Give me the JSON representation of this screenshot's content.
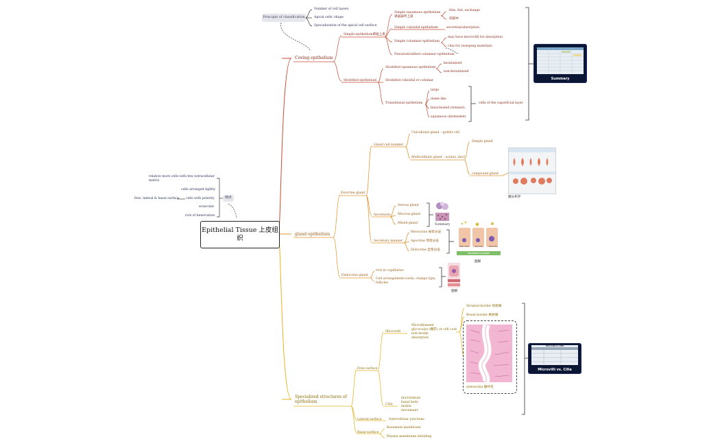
{
  "root": {
    "title": "Epithelial Tissue 上皮组织"
  },
  "features": {
    "label": "特点",
    "items": [
      "relative more cells with few extracellular matrix",
      "cells arranged tightly",
      "cells with polarity",
      "avascular",
      "rich of innervation"
    ],
    "polarity_sub": "free, lateral & basal surface"
  },
  "principle": {
    "label": "Principle of classification",
    "items": [
      "Number of cell layers",
      "Apical cells' shape",
      "Specialization of the apical cell surface"
    ]
  },
  "covering": {
    "label": "Coving epithelium",
    "simple": {
      "label": "Simple epithelium单层上皮",
      "squamous": {
        "label": "Simple squamous epithelium 单层扁平上皮",
        "items": [
          "thin, flat, exchange",
          "间皮中"
        ]
      },
      "cuboidal": {
        "label": "Simple cuboidal epithelium",
        "item": "secretion/absorption"
      },
      "columnar": {
        "label": "Simple columnar epithelium",
        "items": [
          "may have microvilli for absorption",
          "cilia for sweeping materials"
        ]
      },
      "pseudo": "Pseudostratified columnar epithelium"
    },
    "stratified": {
      "label": "Stratified epithelium",
      "squamous": {
        "label": "Stratified squamous epithelium",
        "items": [
          "keratinized",
          "non-keratinized"
        ]
      },
      "cuboidal": "Stratified cuboidal or columar",
      "transitional": {
        "label": "Transitional epithelium",
        "items": [
          "large",
          "dome-like",
          "binucleated (relaxed)",
          "squamous (distended)"
        ],
        "note": "cells of the superficial layer"
      }
    },
    "summary_label": "Summary"
  },
  "gland": {
    "label": "gland epithelium",
    "exocrine": {
      "label": "Exocrine gland",
      "cell_number": {
        "label": "Gland cell number",
        "unicellular": "Unicellular gland – goblet cell",
        "multicellular": "Multicellular gland – acinus, duct",
        "simple": "Simple gland",
        "compound": "compound gland",
        "image_caption": "腺分布学"
      },
      "secretions": {
        "label": "Secretions",
        "items": [
          "Serous gland",
          "Mucous gland",
          "Mixed gland"
        ],
        "image_caption": "Summary"
      },
      "secretory": {
        "label": "Secretory manner",
        "items": [
          "Merocrine 局浆分泌",
          "Apocrine 顶浆分泌",
          "Holocrine 全浆分泌"
        ],
        "image_caption": "图解",
        "image_banner": "EXOCRINE GLANDS",
        "image_labels": [
          "Merocrine",
          "Apocrine",
          "Holocrine"
        ]
      }
    },
    "endocrine": {
      "label": "Endocrine gland",
      "items": [
        "rich in capillaries",
        "Cell arrangement-cords, clumps type, follicles"
      ],
      "image_caption": "图解"
    }
  },
  "specialized": {
    "label": "Specialized structures of epithelium",
    "free": {
      "label": "Free surface",
      "microvilli": {
        "label": "Microvilli",
        "details": [
          "Microfilament",
          "glycocalyx (糖衣) or cell coat",
          "non-motile",
          "absorption"
        ]
      },
      "cilia": {
        "label": "Cilia",
        "details": [
          "microtubule",
          "basal body",
          "motile",
          "movement"
        ]
      },
      "borders": [
        "Striated border 纹状缘",
        "Brush border 刷状缘"
      ],
      "stereocilia": "stereocilia 静纤毛"
    },
    "lateral": {
      "label": "Lateral surface",
      "item": "Intercellular junctions"
    },
    "basal": {
      "label": "Basal surface",
      "items": [
        "Basement membrane",
        "Plasma membrane infolding"
      ]
    },
    "card_label": "Microvilli vs. Cilia",
    "card_title": "Microvilli vs. Cilia"
  },
  "colors": {
    "red": "#c94a33",
    "orange": "#e0902b",
    "yellow": "#e7b31e",
    "bracket": "#333333",
    "card": "#0b1634"
  }
}
